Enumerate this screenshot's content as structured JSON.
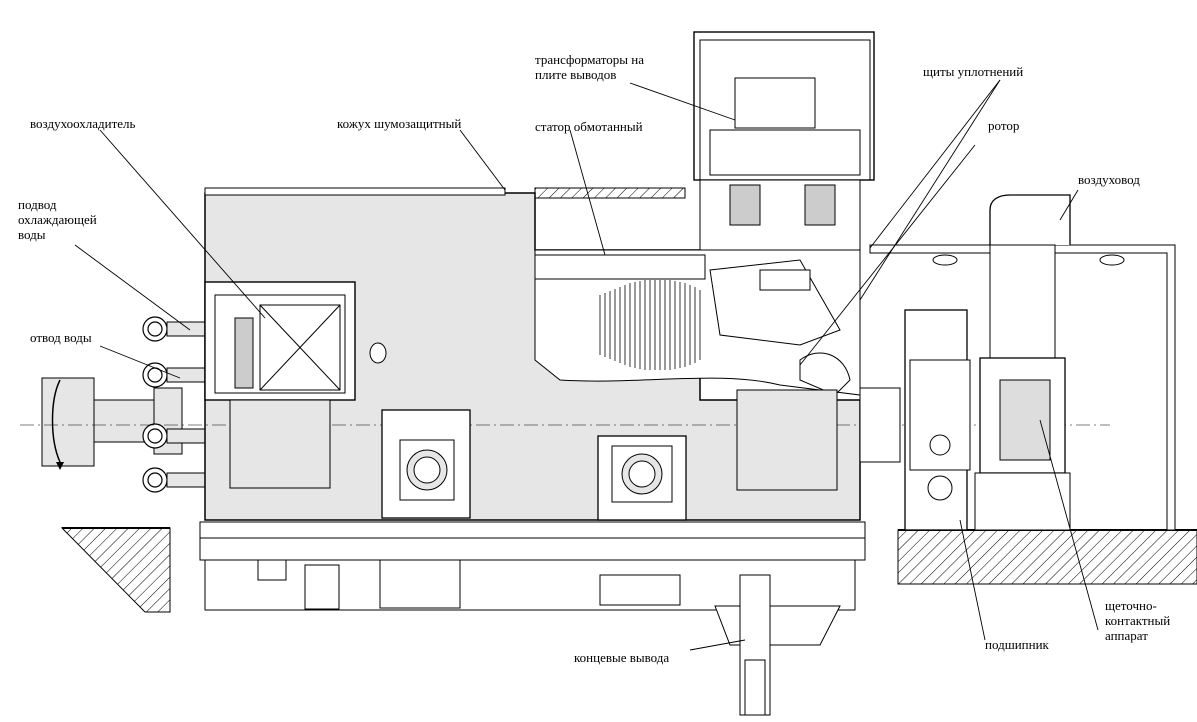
{
  "labels": {
    "air_cooler": "воздухоохладитель",
    "water_supply_line1": "подвод",
    "water_supply_line2": "охлаждающей",
    "water_supply_line3": "воды",
    "water_outlet": "отвод воды",
    "noise_casing": "кожух шумозащитный",
    "transformers_line1": "трансформаторы на",
    "transformers_line2": "плите выводов",
    "stator": "статор обмотанный",
    "seal_shields": "щиты уплотнений",
    "rotor": "ротор",
    "air_duct": "воздуховод",
    "terminals": "концевые вывода",
    "bearing": "подшипник",
    "brush_line1": "щеточно-",
    "brush_line2": "контактный",
    "brush_line3": "аппарат"
  },
  "colors": {
    "line": "#000000",
    "body_fill": "#e6e6e6",
    "cut_fill": "#ffffff"
  }
}
